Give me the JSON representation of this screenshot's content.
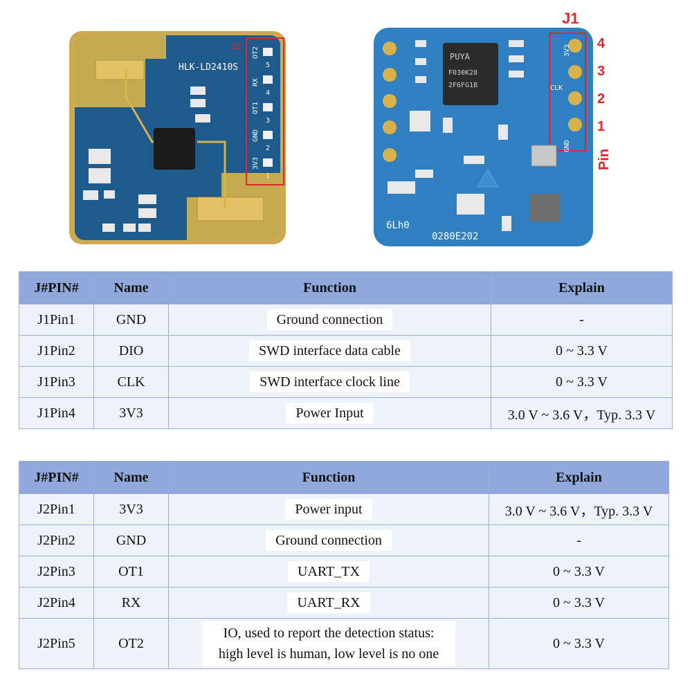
{
  "front_board": {
    "model_text": "HLK-LD2410S",
    "connector_label": "J2",
    "pin_labels": [
      "OT2",
      "RX",
      "OT1",
      "GND",
      "3V3"
    ],
    "pin_numbers": [
      "5",
      "4",
      "3",
      "2",
      "1"
    ]
  },
  "back_board": {
    "connector_label": "J1",
    "chip_text": [
      "PUYA",
      "F030K28",
      "2F6FG1B"
    ],
    "silk_pin_labels": [
      "3V3",
      "CLK",
      "GND"
    ],
    "code_text": "6Lh0",
    "date_text": "0280E202",
    "pin_numbers": [
      "4",
      "3",
      "2",
      "1"
    ],
    "pin_word": "Pin"
  },
  "table_j1": {
    "headers": [
      "J#PIN#",
      "Name",
      "Function",
      "Explain"
    ],
    "rows": [
      {
        "pin": "J1Pin1",
        "name": "GND",
        "function": "Ground connection",
        "explain": "-"
      },
      {
        "pin": "J1Pin2",
        "name": "DIO",
        "function": "SWD interface data cable",
        "explain": "0 ~ 3.3 V"
      },
      {
        "pin": "J1Pin3",
        "name": "CLK",
        "function": "SWD interface clock line",
        "explain": "0 ~ 3.3 V"
      },
      {
        "pin": "J1Pin4",
        "name": "3V3",
        "function": "Power Input",
        "explain": "3.0 V ~ 3.6 V，Typ. 3.3 V"
      }
    ]
  },
  "table_j2": {
    "headers": [
      "J#PIN#",
      "Name",
      "Function",
      "Explain"
    ],
    "rows": [
      {
        "pin": "J2Pin1",
        "name": "3V3",
        "function": "Power input",
        "explain": "3.0 V ~ 3.6 V，Typ. 3.3 V"
      },
      {
        "pin": "J2Pin2",
        "name": "GND",
        "function": "Ground connection",
        "explain": "-"
      },
      {
        "pin": "J2Pin3",
        "name": "OT1",
        "function": "UART_TX",
        "explain": "0 ~ 3.3 V"
      },
      {
        "pin": "J2Pin4",
        "name": "RX",
        "function": "UART_RX",
        "explain": "0 ~ 3.3 V"
      },
      {
        "pin": "J2Pin5",
        "name": "OT2",
        "function_line1": "IO, used to report the detection status:",
        "function_line2": "high level is human, low level is no one",
        "explain": "0 ~ 3.3 V"
      }
    ]
  },
  "colors": {
    "pcb_blue": "#1f5a8c",
    "pcb_blue_back": "#2f7fc1",
    "gold": "#d8b24a",
    "header_blue": "#8fa9dc",
    "cell_bg": "#eef2fa",
    "label_red": "#e0262b"
  }
}
